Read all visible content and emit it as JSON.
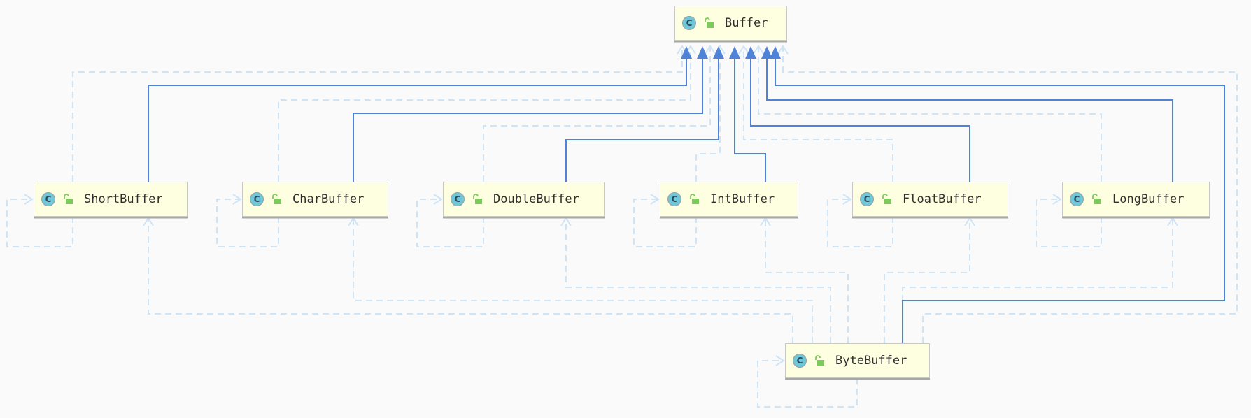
{
  "diagram": {
    "type": "uml-class-hierarchy",
    "colors": {
      "background": "#fafafa",
      "node_fill": "#fefee0",
      "node_border": "#c8c8c8",
      "class_icon": "#6fc8d9",
      "access_icon": "#7dc95e",
      "extends_edge": "#4f83d8",
      "implements_edge": "#cfe4f5"
    },
    "nodes": {
      "buffer": {
        "label": "Buffer",
        "icon": "class-icon",
        "access_icon": "open-lock-icon"
      },
      "shortbuffer": {
        "label": "ShortBuffer",
        "icon": "class-icon",
        "access_icon": "open-lock-icon"
      },
      "charbuffer": {
        "label": "CharBuffer",
        "icon": "class-icon",
        "access_icon": "open-lock-icon"
      },
      "doublebuffer": {
        "label": "DoubleBuffer",
        "icon": "class-icon",
        "access_icon": "open-lock-icon"
      },
      "intbuffer": {
        "label": "IntBuffer",
        "icon": "class-icon",
        "access_icon": "open-lock-icon"
      },
      "floatbuffer": {
        "label": "FloatBuffer",
        "icon": "class-icon",
        "access_icon": "open-lock-icon"
      },
      "longbuffer": {
        "label": "LongBuffer",
        "icon": "class-icon",
        "access_icon": "open-lock-icon"
      },
      "bytebuffer": {
        "label": "ByteBuffer",
        "icon": "class-icon",
        "access_icon": "open-lock-icon"
      }
    },
    "class_icon_letter": "C",
    "extends": [
      {
        "from": "shortbuffer",
        "to": "buffer"
      },
      {
        "from": "charbuffer",
        "to": "buffer"
      },
      {
        "from": "doublebuffer",
        "to": "buffer"
      },
      {
        "from": "intbuffer",
        "to": "buffer"
      },
      {
        "from": "floatbuffer",
        "to": "buffer"
      },
      {
        "from": "longbuffer",
        "to": "buffer"
      },
      {
        "from": "bytebuffer",
        "to": "buffer"
      }
    ],
    "implements": [
      {
        "from": "shortbuffer",
        "to": "buffer"
      },
      {
        "from": "charbuffer",
        "to": "buffer"
      },
      {
        "from": "doublebuffer",
        "to": "buffer"
      },
      {
        "from": "intbuffer",
        "to": "buffer"
      },
      {
        "from": "floatbuffer",
        "to": "buffer"
      },
      {
        "from": "longbuffer",
        "to": "buffer"
      },
      {
        "from": "bytebuffer",
        "to": "buffer"
      },
      {
        "from": "shortbuffer",
        "to": "shortbuffer"
      },
      {
        "from": "charbuffer",
        "to": "charbuffer"
      },
      {
        "from": "doublebuffer",
        "to": "doublebuffer"
      },
      {
        "from": "intbuffer",
        "to": "intbuffer"
      },
      {
        "from": "floatbuffer",
        "to": "floatbuffer"
      },
      {
        "from": "longbuffer",
        "to": "longbuffer"
      },
      {
        "from": "bytebuffer",
        "to": "bytebuffer"
      },
      {
        "from": "bytebuffer",
        "to": "shortbuffer"
      },
      {
        "from": "bytebuffer",
        "to": "charbuffer"
      },
      {
        "from": "bytebuffer",
        "to": "doublebuffer"
      },
      {
        "from": "bytebuffer",
        "to": "intbuffer"
      },
      {
        "from": "bytebuffer",
        "to": "floatbuffer"
      },
      {
        "from": "bytebuffer",
        "to": "longbuffer"
      }
    ]
  }
}
